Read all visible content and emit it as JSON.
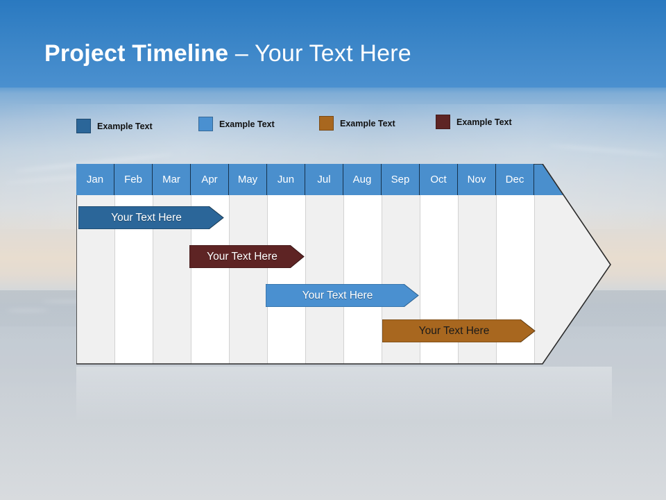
{
  "slide": {
    "title_strong": "Project Timeline",
    "title_dash": " – ",
    "title_light": "Your Text Here",
    "background": "sky-photo"
  },
  "legend": {
    "items": [
      {
        "label": "Example Text",
        "color": "#2b6699",
        "x": 0
      },
      {
        "label": "Example Text",
        "color": "#4a90d0",
        "x": 178
      },
      {
        "label": "Example Text",
        "color": "#a8671f",
        "x": 352
      },
      {
        "label": "Example Text",
        "color": "#5e2424",
        "x": 520
      }
    ]
  },
  "chart_data": {
    "type": "bar",
    "title": "Project Timeline",
    "xlabel": "",
    "ylabel": "",
    "grid": false,
    "legend_position": "top",
    "categories": [
      "Jan",
      "Feb",
      "Mar",
      "Apr",
      "May",
      "Jun",
      "Jul",
      "Aug",
      "Sep",
      "Oct",
      "Nov",
      "Dec"
    ],
    "header_fill": "#4a8fcd",
    "column_fill_odd": "#f0f0f0",
    "column_fill_even": "#ffffff",
    "series": [
      {
        "name": "Your  Text Here",
        "label": "Your  Text Here",
        "color": "#2b6699",
        "text_color": "#ffffff",
        "start_month": "Jan",
        "end_month": "Apr",
        "start_index": 0,
        "end_index": 3,
        "row": 0
      },
      {
        "name": "Your  Text Here",
        "label": "Your  Text Here",
        "color": "#5e2424",
        "text_color": "#ffffff",
        "start_month": "Apr",
        "end_month": "Jun",
        "start_index": 3,
        "end_index": 5,
        "row": 1
      },
      {
        "name": "Your  Text Here",
        "label": "Your  Text Here",
        "color": "#4a90d0",
        "text_color": "#ffffff",
        "start_month": "Jun",
        "end_month": "Sep",
        "start_index": 5,
        "end_index": 8,
        "row": 2
      },
      {
        "name": "Your  Text Here",
        "label": "Your  Text Here",
        "color": "#a8671f",
        "text_color": "#1a1a1a",
        "start_month": "Sep",
        "end_month": "Dec",
        "start_index": 8,
        "end_index": 11,
        "row": 3
      }
    ]
  }
}
